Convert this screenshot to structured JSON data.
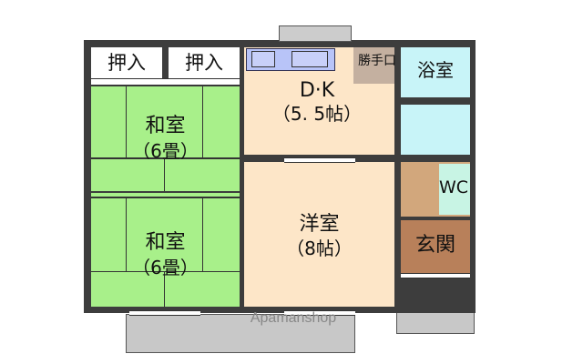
{
  "floorplan": {
    "rooms": [
      {
        "id": "oshiire-1",
        "label": "押入"
      },
      {
        "id": "oshiire-2",
        "label": "押入"
      },
      {
        "id": "washitsu-1",
        "label": "和室",
        "size": "（6畳）"
      },
      {
        "id": "washitsu-2",
        "label": "和室",
        "size": "（6畳）"
      },
      {
        "id": "dk",
        "label": "D·K",
        "size": "（5. 5帖）"
      },
      {
        "id": "katteguchi",
        "label": "勝手口"
      },
      {
        "id": "bathroom",
        "label": "浴室"
      },
      {
        "id": "wc",
        "label": "WC"
      },
      {
        "id": "youshitsu",
        "label": "洋室",
        "size": "（8帖）"
      },
      {
        "id": "genkan",
        "label": "玄関"
      }
    ],
    "watermark": "Apamanshop",
    "colors": {
      "tatami": "#a8f08a",
      "dk": "#fde6c8",
      "bath": "#c8f4f8",
      "genkan": "#d2a77c",
      "wall": "#3d3d3d",
      "balcony": "#c8c8c8"
    }
  }
}
